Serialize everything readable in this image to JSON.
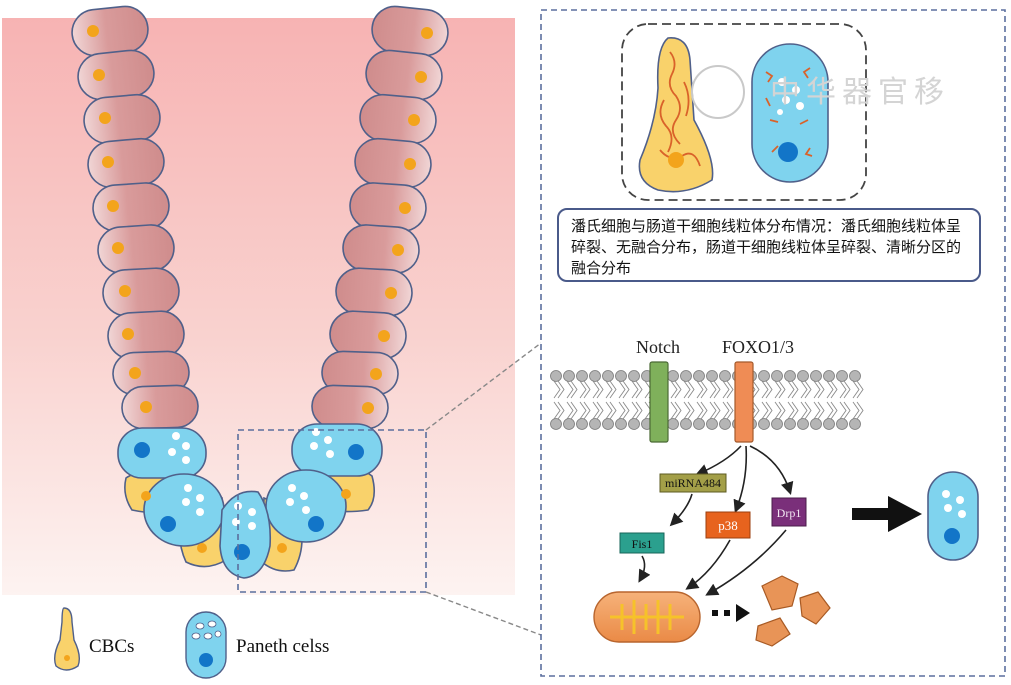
{
  "pathway": {
    "notch_label": "Notch",
    "foxo_label": "FOXO1/3",
    "mirna_label": "miRNA484",
    "fis1_label": "Fis1",
    "p38_label": "p38",
    "drp1_label": "Drp1"
  },
  "note": {
    "text": "潘氏细胞与肠道干细胞线粒体分布情况：潘氏细胞线粒体呈碎裂、无融合分布，肠道干细胞线粒体呈碎裂、清晰分区的融合分布"
  },
  "legend": {
    "cbc_label": "CBCs",
    "paneth_label": "Paneth celss"
  },
  "watermark": {
    "text": "中华器官移"
  },
  "colors": {
    "tissue_gradient_top": "#f7b7b7",
    "tissue_gradient_bottom": "#fdf0ee",
    "column_cell": "#d99b9b",
    "cbc_cell": "#f9d26b",
    "paneth_cell": "#7fd3ee",
    "nucleus_orange": "#f3a41c",
    "nucleus_blue": "#1275c8",
    "dashed_border": "#5b6f9e",
    "notch": "#7fb05b",
    "foxo": "#ef8c55",
    "mirna": "#8e8c3a",
    "fis1": "#2ba08e",
    "p38": "#e7631e",
    "drp1": "#7a2f7a",
    "mitochondrion": "#f0934d"
  }
}
